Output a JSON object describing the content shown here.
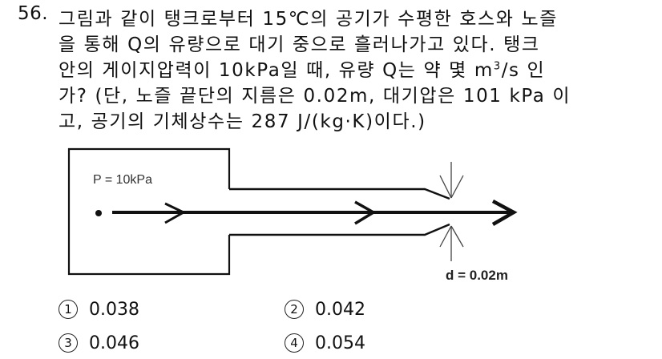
{
  "question": {
    "number": "56.",
    "lines": [
      "그림과 같이 탱크로부터 15℃의 공기가 수평한 호스와 노즐",
      "을 통해 Q의 유량으로 대기 중으로 흘러나가고 있다. 탱크",
      "안의 게이지압력이 10kPa일 때, 유량 Q는 약 몇 m",
      "가? (단, 노즐 끝단의 지름은 0.02m, 대기압은 101 kPa 이",
      "고, 공기의 기체상수는 287 J/(kg·K)이다.)"
    ],
    "line3_sup": "3",
    "line3_tail": "/s 인"
  },
  "diagram": {
    "pressure_label": "P  = 10kPa",
    "diameter_label": "d = 0.02m"
  },
  "options": [
    {
      "mark": "1",
      "value": "0.038"
    },
    {
      "mark": "2",
      "value": "0.042"
    },
    {
      "mark": "3",
      "value": "0.046"
    },
    {
      "mark": "4",
      "value": "0.054"
    }
  ]
}
